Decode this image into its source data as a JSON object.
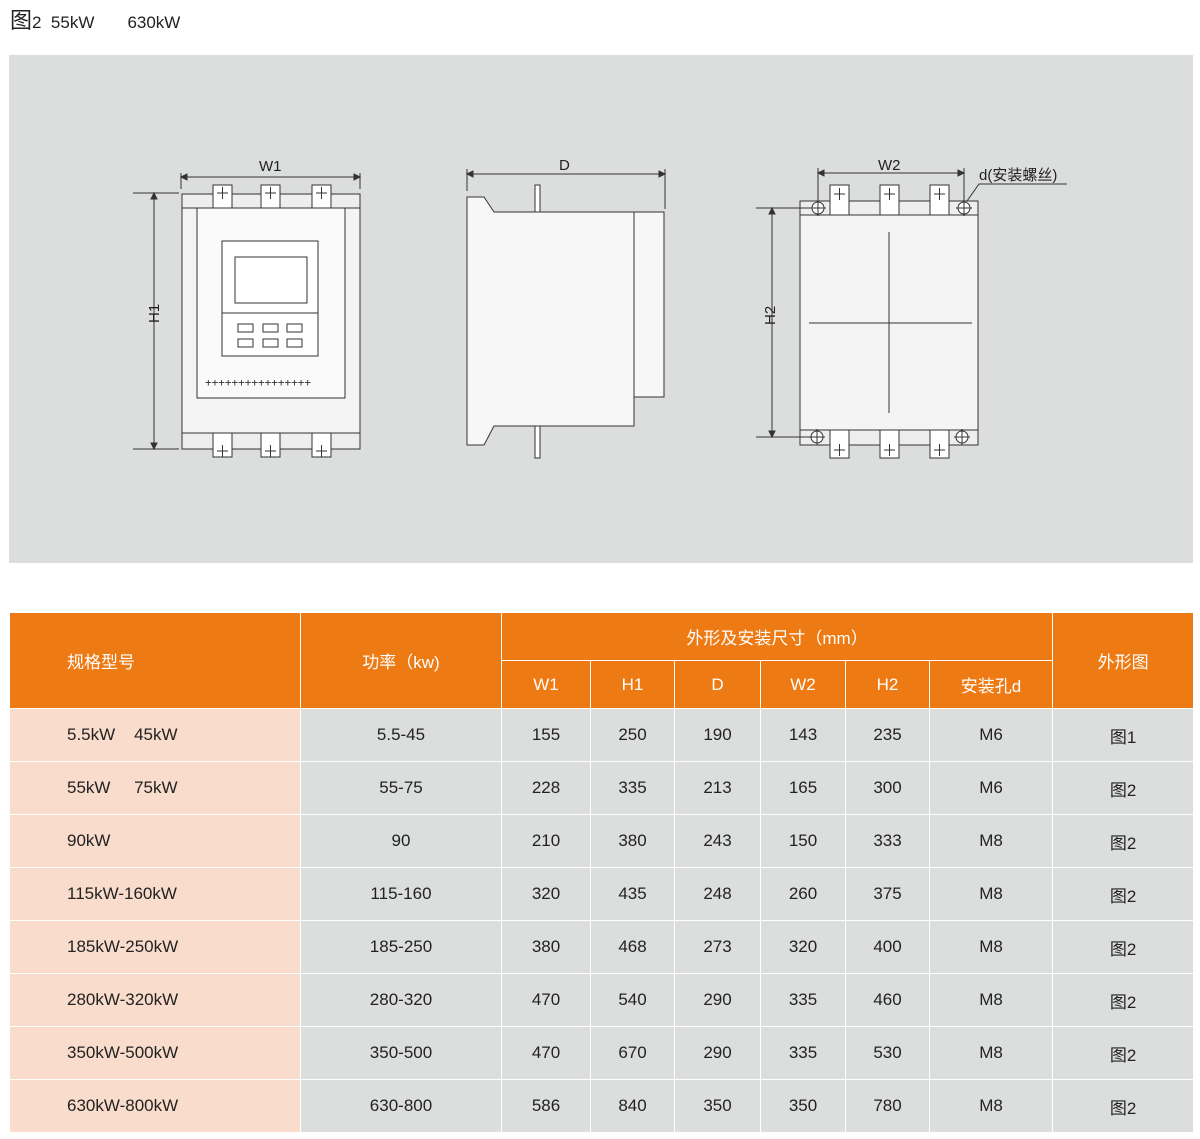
{
  "caption": {
    "fig": "图",
    "num": "2",
    "text": "  55kW       630kW"
  },
  "drawing": {
    "front_width_label": "W1",
    "front_height_label": "H1",
    "side_depth_label": "D",
    "back_width_label": "W2",
    "back_height_label": "H2",
    "mount_label": "d(安装螺丝)",
    "indicator_row": "++++++++++++++++"
  },
  "table": {
    "header": {
      "model": "规格型号",
      "power": "功率（kw)",
      "dims_group": "外形及安装尺寸（mm）",
      "figure": "外形图",
      "dims": [
        "W1",
        "H1",
        "D",
        "W2",
        "H2",
        "安装孔d"
      ]
    },
    "rows": [
      {
        "model": "5.5kW    45kW",
        "power": "5.5-45",
        "w1": "155",
        "h1": "250",
        "d": "190",
        "w2": "143",
        "h2": "235",
        "hole": "M6",
        "fig": "图1"
      },
      {
        "model": "55kW     75kW",
        "power": "55-75",
        "w1": "228",
        "h1": "335",
        "d": "213",
        "w2": "165",
        "h2": "300",
        "hole": "M6",
        "fig": "图2"
      },
      {
        "model": "90kW",
        "power": "90",
        "w1": "210",
        "h1": "380",
        "d": "243",
        "w2": "150",
        "h2": "333",
        "hole": "M8",
        "fig": "图2"
      },
      {
        "model": "115kW-160kW",
        "power": "115-160",
        "w1": "320",
        "h1": "435",
        "d": "248",
        "w2": "260",
        "h2": "375",
        "hole": "M8",
        "fig": "图2"
      },
      {
        "model": "185kW-250kW",
        "power": "185-250",
        "w1": "380",
        "h1": "468",
        "d": "273",
        "w2": "320",
        "h2": "400",
        "hole": "M8",
        "fig": "图2"
      },
      {
        "model": "280kW-320kW",
        "power": "280-320",
        "w1": "470",
        "h1": "540",
        "d": "290",
        "w2": "335",
        "h2": "460",
        "hole": "M8",
        "fig": "图2"
      },
      {
        "model": "350kW-500kW",
        "power": "350-500",
        "w1": "470",
        "h1": "670",
        "d": "290",
        "w2": "335",
        "h2": "530",
        "hole": "M8",
        "fig": "图2"
      },
      {
        "model": "630kW-800kW",
        "power": "630-800",
        "w1": "586",
        "h1": "840",
        "d": "350",
        "w2": "350",
        "h2": "780",
        "hole": "M8",
        "fig": "图2"
      }
    ]
  }
}
